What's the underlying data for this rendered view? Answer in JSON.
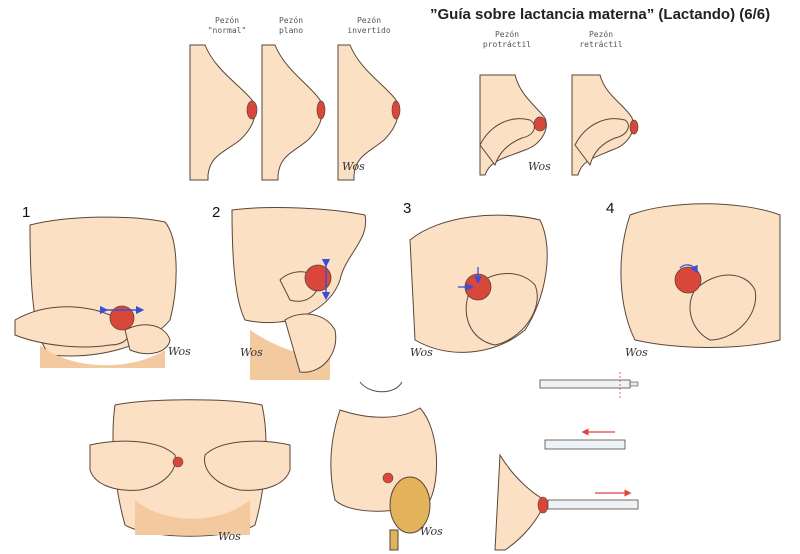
{
  "title": "”Guía sobre lactancia materna” (Lactando) (6/6)",
  "nipple_types": [
    {
      "line1": "Pezón",
      "line2": "\"normal\""
    },
    {
      "line1": "Pezón",
      "line2": "plano"
    },
    {
      "line1": "Pezón",
      "line2": "invertido"
    },
    {
      "line1": "Pezón",
      "line2": "protráctil"
    },
    {
      "line1": "Pezón",
      "line2": "retráctil"
    }
  ],
  "steps": [
    "1",
    "2",
    "3",
    "4"
  ],
  "signature": "Wos",
  "colors": {
    "skin": "#fbe0c4",
    "skin_shadow": "#f3c9a0",
    "outline": "#5a4638",
    "nipple": "#d9473a",
    "arrow": "#3a4fd8",
    "syringe_arrow": "#e04040",
    "mirror": "#e2b35a"
  }
}
